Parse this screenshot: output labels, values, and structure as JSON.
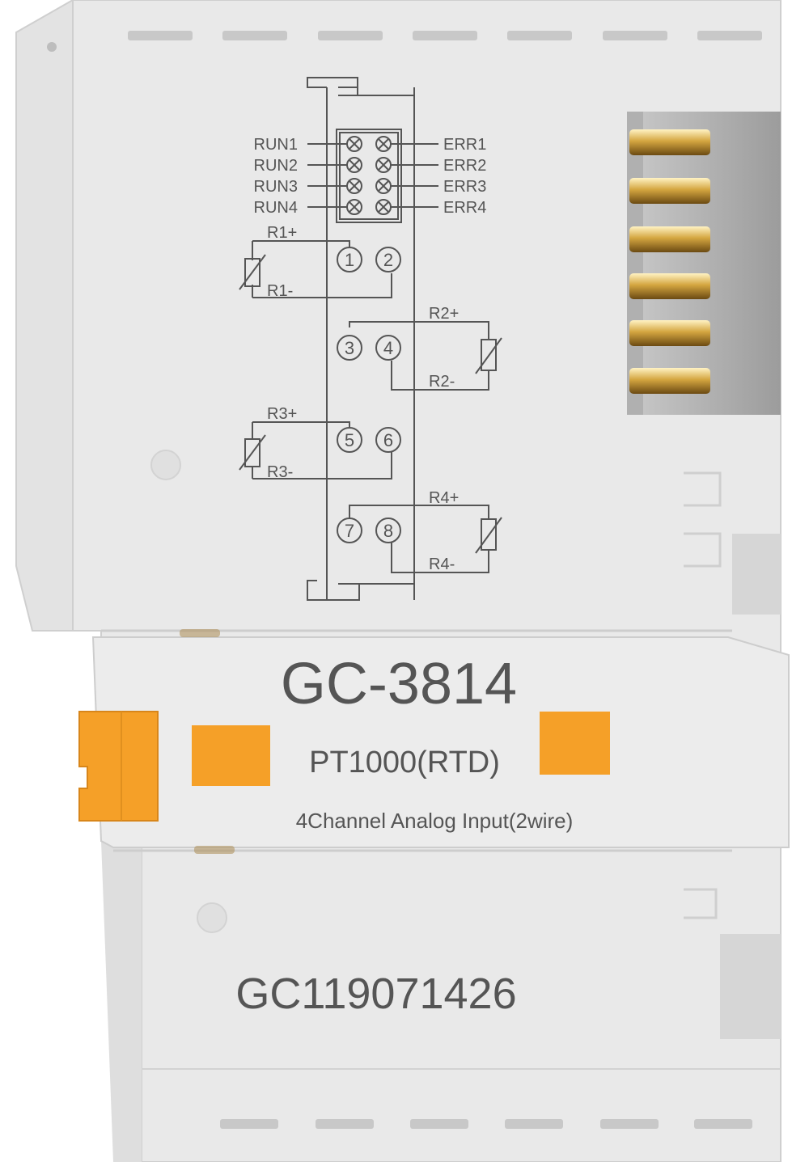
{
  "device": {
    "model": "GC-3814",
    "sensor_type": "PT1000(RTD)",
    "description": "4Channel Analog Input(2wire)",
    "serial": "GC119071426"
  },
  "leds": {
    "run": [
      "RUN1",
      "RUN2",
      "RUN3",
      "RUN4"
    ],
    "err": [
      "ERR1",
      "ERR2",
      "ERR3",
      "ERR4"
    ]
  },
  "channels": [
    {
      "plus": "R1+",
      "minus": "R1-",
      "terminals": [
        "1",
        "2"
      ]
    },
    {
      "plus": "R2+",
      "minus": "R2-",
      "terminals": [
        "3",
        "4"
      ]
    },
    {
      "plus": "R3+",
      "minus": "R3-",
      "terminals": [
        "5",
        "6"
      ]
    },
    {
      "plus": "R4+",
      "minus": "R4-",
      "terminals": [
        "7",
        "8"
      ]
    }
  ],
  "colors": {
    "housing": "#e8e8e8",
    "line": "#555555",
    "accent_orange": "#f5a028",
    "contact_gold": "#d4a640"
  }
}
